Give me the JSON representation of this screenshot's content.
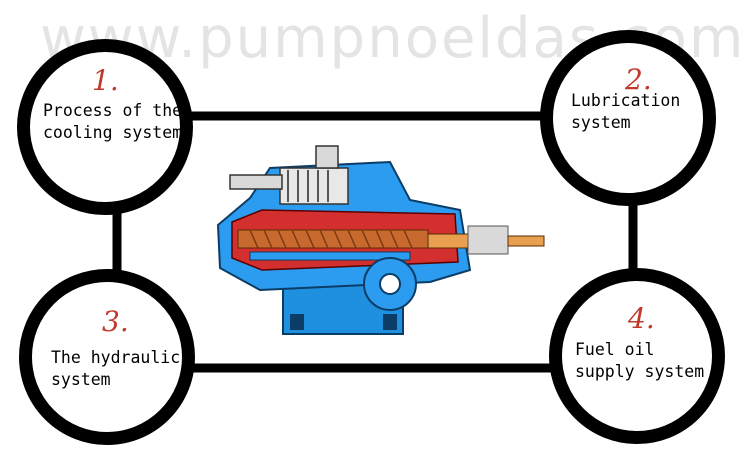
{
  "watermark": "www.pumpnoeldas.com",
  "nodes": [
    {
      "number": "1.",
      "label": "Process of the\ncooling system"
    },
    {
      "number": "2.",
      "label": "Lubrication\nsystem"
    },
    {
      "number": "3.",
      "label": "The hydraulic\nsystem"
    },
    {
      "number": "4.",
      "label": "Fuel oil\nsupply system"
    }
  ],
  "colors": {
    "border": "#000000",
    "number": "#c0392b",
    "pump_body": "#1f8fe0",
    "pump_section": "#d32f2f",
    "screw": "#c86a30"
  }
}
